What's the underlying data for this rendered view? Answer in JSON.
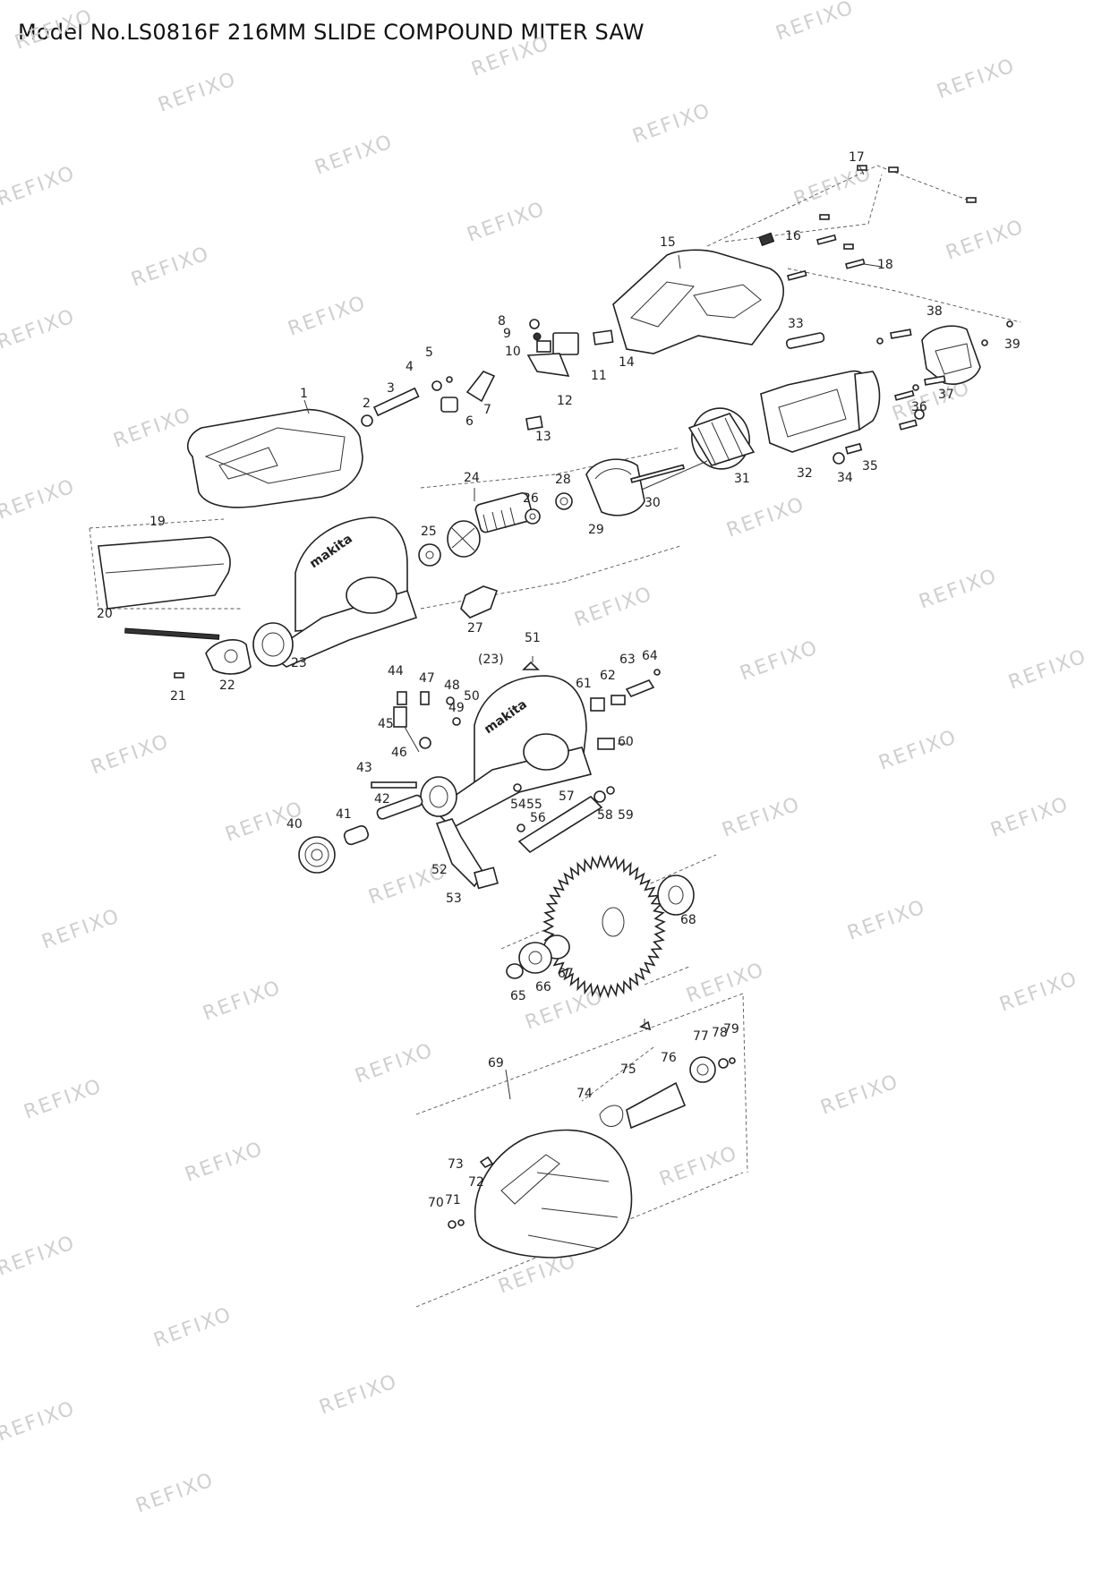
{
  "header": {
    "title": "Model No.LS0816F 216MM SLIDE COMPOUND MITER SAW"
  },
  "watermark": {
    "text": "REFIXO"
  },
  "diagram": {
    "callouts": [
      "1",
      "2",
      "3",
      "4",
      "5",
      "6",
      "7",
      "8",
      "9",
      "10",
      "11",
      "12",
      "13",
      "14",
      "15",
      "16",
      "17",
      "18",
      "19",
      "20",
      "21",
      "22",
      "23",
      "24",
      "25",
      "26",
      "27",
      "28",
      "29",
      "30",
      "31",
      "32",
      "33",
      "34",
      "35",
      "36",
      "37",
      "38",
      "39",
      "40",
      "41",
      "42",
      "43",
      "44",
      "45",
      "46",
      "47",
      "48",
      "49",
      "50",
      "51",
      "(23)",
      "52",
      "53",
      "54",
      "55",
      "56",
      "57",
      "58",
      "59",
      "60",
      "61",
      "62",
      "63",
      "64",
      "65",
      "66",
      "67",
      "68",
      "69",
      "70",
      "71",
      "72",
      "73",
      "74",
      "75",
      "76",
      "77",
      "78",
      "79"
    ],
    "logo_text": "makita"
  }
}
